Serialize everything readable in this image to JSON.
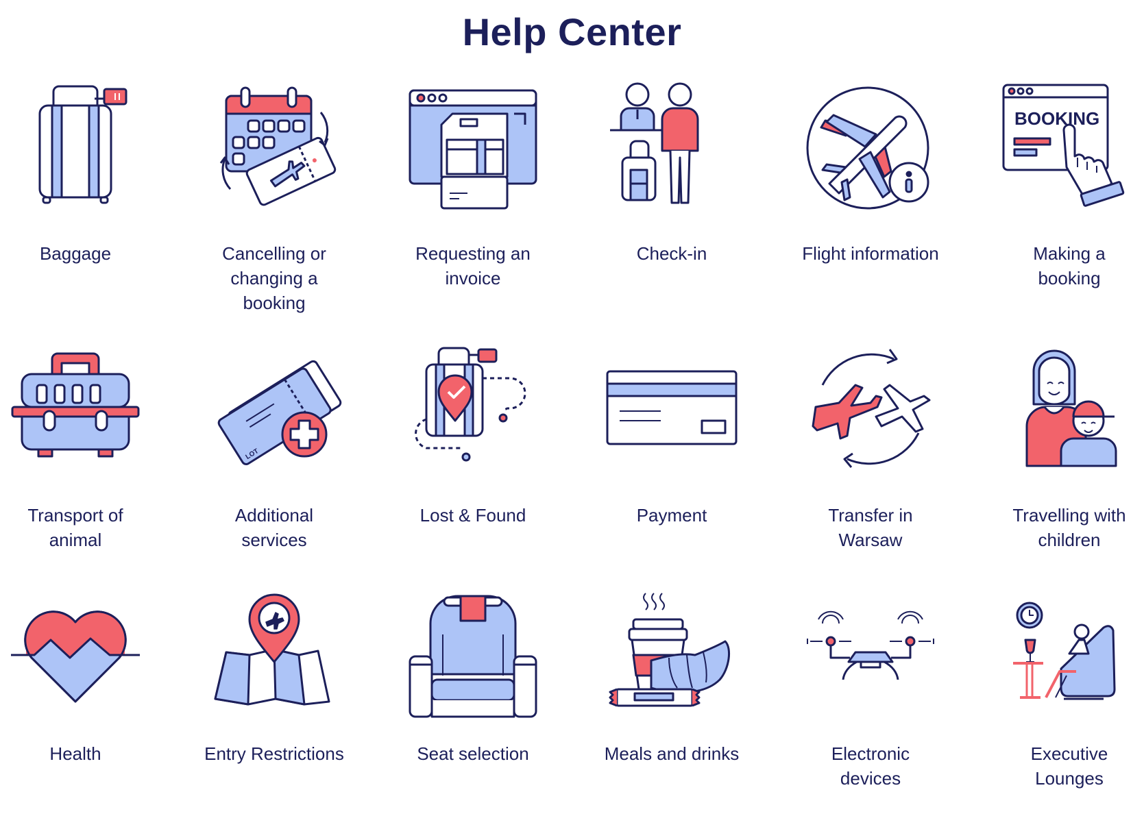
{
  "page": {
    "title": "Help Center"
  },
  "colors": {
    "navy": "#1c1f5a",
    "red": "#f2636b",
    "blue": "#adc4f7",
    "white": "#ffffff"
  },
  "tiles": [
    {
      "icon": "luggage-icon",
      "label": [
        "Baggage"
      ]
    },
    {
      "icon": "calendar-ticket-icon",
      "label": [
        "Cancelling or",
        "changing a",
        "booking"
      ]
    },
    {
      "icon": "invoice-window-icon",
      "label": [
        "Requesting an",
        "invoice"
      ]
    },
    {
      "icon": "check-in-desk-icon",
      "label": [
        "Check-in"
      ]
    },
    {
      "icon": "plane-info-icon",
      "label": [
        "Flight information"
      ]
    },
    {
      "icon": "booking-window-icon",
      "label": [
        "Making a",
        "booking"
      ],
      "icon_text": "BOOKING"
    },
    {
      "icon": "pet-carrier-icon",
      "label": [
        "Transport of",
        "animal"
      ]
    },
    {
      "icon": "tickets-plus-icon",
      "label": [
        "Additional",
        "services"
      ],
      "icon_text": "LOT"
    },
    {
      "icon": "lost-luggage-icon",
      "label": [
        "Lost & Found"
      ]
    },
    {
      "icon": "credit-card-icon",
      "label": [
        "Payment"
      ]
    },
    {
      "icon": "plane-transfer-icon",
      "label": [
        "Transfer in",
        "Warsaw"
      ]
    },
    {
      "icon": "parent-child-icon",
      "label": [
        "Travelling with",
        "children"
      ]
    },
    {
      "icon": "heart-pulse-icon",
      "label": [
        "Health"
      ]
    },
    {
      "icon": "map-pin-icon",
      "label": [
        "Entry Restrictions"
      ]
    },
    {
      "icon": "seat-icon",
      "label": [
        "Seat selection"
      ]
    },
    {
      "icon": "coffee-croissant-icon",
      "label": [
        "Meals and drinks"
      ]
    },
    {
      "icon": "drone-icon",
      "label": [
        "Electronic",
        "devices"
      ]
    },
    {
      "icon": "lounge-icon",
      "label": [
        "Executive",
        "Lounges"
      ]
    }
  ]
}
